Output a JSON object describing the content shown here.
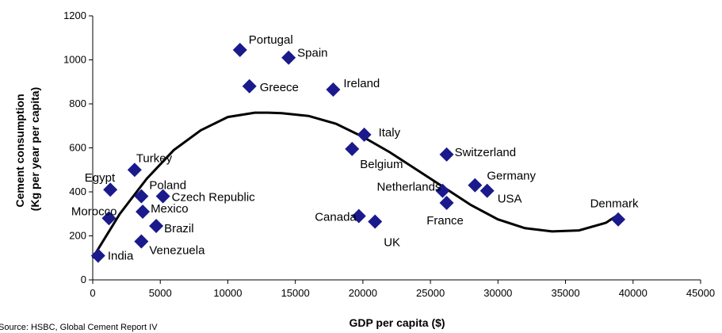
{
  "chart_data": {
    "type": "scatter",
    "title": "",
    "xlabel": "GDP per capita ($)",
    "ylabel": "Cement consumption (Kg per year per capita)",
    "ylabel_lines": [
      "Cement consumption",
      "(Kg per year per capita)"
    ],
    "xlim": [
      0,
      45000
    ],
    "ylim": [
      0,
      1200
    ],
    "xticks": [
      0,
      5000,
      10000,
      15000,
      20000,
      25000,
      30000,
      35000,
      40000,
      45000
    ],
    "yticks": [
      0,
      200,
      400,
      600,
      800,
      1000,
      1200
    ],
    "grid": false,
    "legend": "none",
    "marker": "diamond",
    "marker_color": "#1a1a8c",
    "points": [
      {
        "label": "India",
        "x": 400,
        "y": 110
      },
      {
        "label": "Morocco",
        "x": 1200,
        "y": 280
      },
      {
        "label": "Egypt",
        "x": 1300,
        "y": 410
      },
      {
        "label": "Turkey",
        "x": 3100,
        "y": 500
      },
      {
        "label": "Poland",
        "x": 3600,
        "y": 380
      },
      {
        "label": "Mexico",
        "x": 3700,
        "y": 310
      },
      {
        "label": "Venezuela",
        "x": 3600,
        "y": 175
      },
      {
        "label": "Brazil",
        "x": 4700,
        "y": 245
      },
      {
        "label": "Czech Republic",
        "x": 5200,
        "y": 380
      },
      {
        "label": "Portugal",
        "x": 10900,
        "y": 1045
      },
      {
        "label": "Greece",
        "x": 11600,
        "y": 880
      },
      {
        "label": "Spain",
        "x": 14500,
        "y": 1010
      },
      {
        "label": "Ireland",
        "x": 17800,
        "y": 865
      },
      {
        "label": "Belgium",
        "x": 19200,
        "y": 595
      },
      {
        "label": "Italy",
        "x": 20100,
        "y": 660
      },
      {
        "label": "Canada",
        "x": 19700,
        "y": 290
      },
      {
        "label": "UK",
        "x": 20900,
        "y": 265
      },
      {
        "label": "Netherlands",
        "x": 25900,
        "y": 405
      },
      {
        "label": "France",
        "x": 26200,
        "y": 350
      },
      {
        "label": "Switzerland",
        "x": 26200,
        "y": 570
      },
      {
        "label": "Germany",
        "x": 28300,
        "y": 430
      },
      {
        "label": "USA",
        "x": 29200,
        "y": 405
      },
      {
        "label": "Denmark",
        "x": 38900,
        "y": 275
      }
    ],
    "trendline": {
      "type": "polynomial",
      "order": 3,
      "x": [
        0,
        2000,
        4000,
        6000,
        8000,
        10000,
        12000,
        13000,
        14000,
        16000,
        18000,
        20000,
        22000,
        24000,
        26000,
        28000,
        30000,
        32000,
        34000,
        36000,
        38000,
        39000
      ],
      "y": [
        100,
        300,
        460,
        590,
        680,
        740,
        760,
        760,
        758,
        745,
        710,
        650,
        580,
        500,
        420,
        340,
        275,
        235,
        220,
        225,
        260,
        300
      ]
    }
  },
  "source_note": "Source: HSBC, Global Cement Report IV"
}
